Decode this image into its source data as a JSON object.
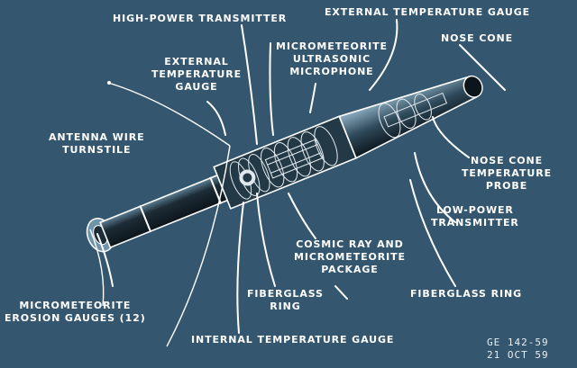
{
  "labels": {
    "high_power_transmitter": "HIGH-POWER TRANSMITTER",
    "external_temp_gauge_top": "EXTERNAL TEMPERATURE GAUGE",
    "nose_cone": "NOSE CONE",
    "external_temp_gauge_left": [
      "EXTERNAL",
      "TEMPERATURE",
      "GAUGE"
    ],
    "micrometeorite_microphone": [
      "MICROMETEORITE",
      "ULTRASONIC",
      "MICROPHONE"
    ],
    "antenna_wire_turnstile": [
      "ANTENNA WIRE",
      "TURNSTILE"
    ],
    "nose_cone_temp_probe": [
      "NOSE CONE",
      "TEMPERATURE",
      "PROBE"
    ],
    "low_power_transmitter": [
      "LOW-POWER",
      "TRANSMITTER"
    ],
    "cosmic_ray_package": [
      "COSMIC RAY AND",
      "MICROMETEORITE",
      "PACKAGE"
    ],
    "fiberglass_ring_right": "FIBERGLASS RING",
    "fiberglass_ring_center": [
      "FIBERGLASS",
      "RING"
    ],
    "micrometeorite_erosion_gauges": [
      "MICROMETEORITE",
      "EROSION GAUGES (12)"
    ],
    "internal_temp_gauge": "INTERNAL TEMPERATURE GAUGE"
  },
  "drawing_code": [
    "GE 142-59",
    "21 OCT 59"
  ],
  "colors": {
    "background": "#34576f",
    "linework": "#ffffff",
    "body_dark": "#0f1a22"
  }
}
